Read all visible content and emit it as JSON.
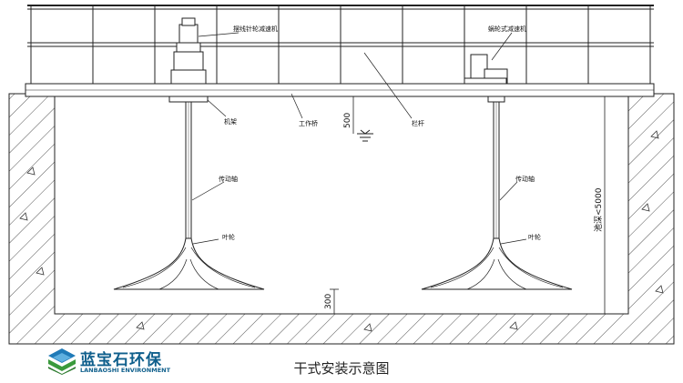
{
  "labels": {
    "motor_left": "摆线针轮减速机",
    "motor_right": "蜗轮式减速机",
    "support": "机架",
    "platform": "工作桥",
    "rail": "栏杆",
    "shaft_left": "传动轴",
    "shaft_right": "传动轴",
    "impeller_left": "叶轮",
    "impeller_right": "叶轮"
  },
  "dimensions": {
    "water_gap": "500",
    "depth": "池深<5000",
    "bottom_gap": "300"
  },
  "brand": {
    "name_cn": "蓝宝石环保",
    "name_en": "LANBAOSHI ENVIRONMENT"
  },
  "caption": "干式安装示意图",
  "colors": {
    "line": "#222222",
    "brand": "#0f5f8c",
    "brand_green": "#3a9a3c"
  }
}
